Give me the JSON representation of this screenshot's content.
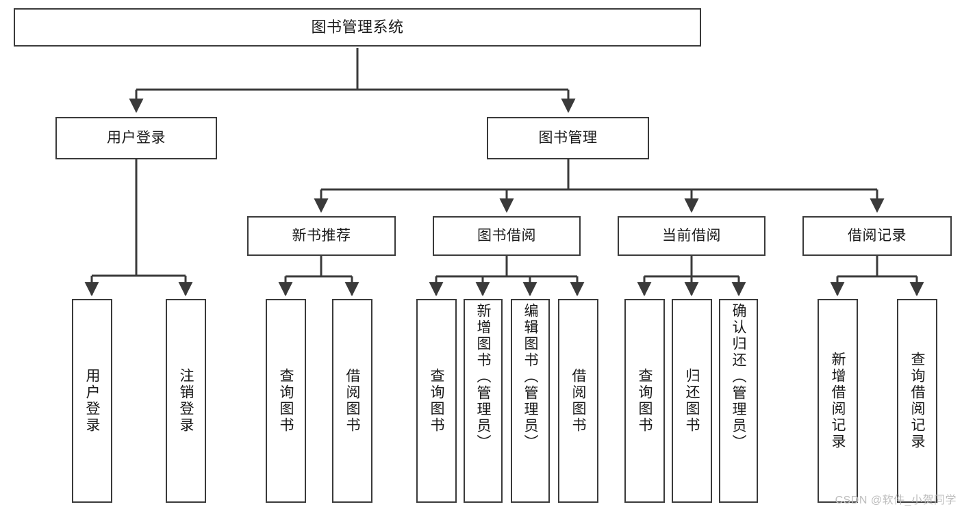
{
  "diagram": {
    "title": "图书管理系统",
    "type": "功能结构图",
    "stroke_color": "#3a3a3a",
    "fill_color": "#ffffff",
    "text_color": "#1a1a1a"
  },
  "watermark": {
    "text": "CSDN @软件_小贺同学",
    "color": "#bdbdbd"
  },
  "nodes": {
    "root": {
      "label": "图书管理系统"
    },
    "level2": [
      {
        "id": "user-login",
        "label": "用户登录"
      },
      {
        "id": "book-manage",
        "label": "图书管理"
      }
    ],
    "level3": [
      {
        "id": "new-book-recommend",
        "label": "新书推荐"
      },
      {
        "id": "book-borrow",
        "label": "图书借阅"
      },
      {
        "id": "current-borrow",
        "label": "当前借阅"
      },
      {
        "id": "borrow-record",
        "label": "借阅记录"
      }
    ],
    "leaves": {
      "user_login": [
        {
          "id": "leaf-user-login",
          "label": "用户登录"
        },
        {
          "id": "leaf-user-logout",
          "label": "注销登录"
        }
      ],
      "new_book_recommend": [
        {
          "id": "leaf-query-book-1",
          "label": "查询图书"
        },
        {
          "id": "leaf-borrow-book-1",
          "label": "借阅图书"
        }
      ],
      "book_borrow": [
        {
          "id": "leaf-query-book-2",
          "label": "查询图书"
        },
        {
          "id": "leaf-add-book",
          "label": "新增图书（管理员）"
        },
        {
          "id": "leaf-edit-book",
          "label": "编辑图书（管理员）"
        },
        {
          "id": "leaf-borrow-book-2",
          "label": "借阅图书"
        }
      ],
      "current_borrow": [
        {
          "id": "leaf-query-book-3",
          "label": "查询图书"
        },
        {
          "id": "leaf-return-book",
          "label": "归还图书"
        },
        {
          "id": "leaf-confirm-return",
          "label": "确认归还（管理员）"
        }
      ],
      "borrow_record": [
        {
          "id": "leaf-add-record",
          "label": "新增借阅记录"
        },
        {
          "id": "leaf-query-record",
          "label": "查询借阅记录"
        }
      ]
    }
  }
}
